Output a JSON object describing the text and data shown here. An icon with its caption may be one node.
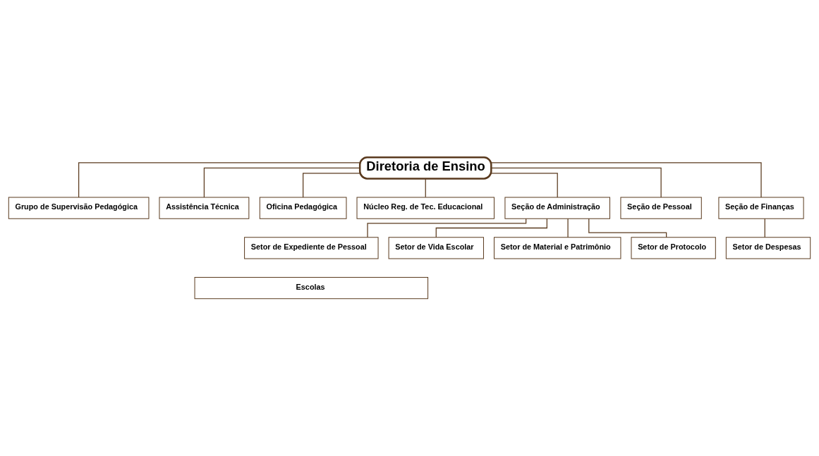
{
  "diagram": {
    "nodes": [
      {
        "text": [
          "Diretoria de Ensino"
        ]
      },
      {
        "text": [
          "Grupo de Supervisão Pedagógica"
        ]
      },
      {
        "text": [
          "Assistência Técnica"
        ]
      },
      {
        "text": [
          "Oficina Pedagógica"
        ]
      },
      {
        "text": [
          "Núcleo Reg. de Tec. Educacional"
        ]
      },
      {
        "text": [
          "Seção de Administração"
        ]
      },
      {
        "text": [
          "Seção de Pessoal"
        ]
      },
      {
        "text": [
          "Seção de Finanças"
        ]
      },
      {
        "text": [
          "Setor de Expediente de Pessoal"
        ]
      },
      {
        "text": [
          "Setor de Vida Escolar"
        ]
      },
      {
        "text": [
          "Setor de Material e Patrimônio"
        ]
      },
      {
        "text": [
          "Setor de Protocolo"
        ]
      },
      {
        "text": [
          "Setor de Despesas"
        ]
      },
      {
        "text": [
          "Escolas"
        ]
      }
    ],
    "edges": [
      {
        "from": 0,
        "to": 1,
        "arrow": "none"
      },
      {
        "from": 0,
        "to": 2,
        "arrow": "none"
      },
      {
        "from": 0,
        "to": 3,
        "arrow": "none"
      },
      {
        "from": 0,
        "to": 4,
        "arrow": "none"
      },
      {
        "from": 0,
        "to": 5,
        "arrow": "none"
      },
      {
        "from": 0,
        "to": 6,
        "arrow": "none"
      },
      {
        "from": 0,
        "to": 7,
        "arrow": "none"
      },
      {
        "from": 5,
        "to": 8,
        "arrow": "none"
      },
      {
        "from": 5,
        "to": 9,
        "arrow": "none"
      },
      {
        "from": 5,
        "to": 10,
        "arrow": "none"
      },
      {
        "from": 5,
        "to": 11,
        "arrow": "none"
      },
      {
        "from": 7,
        "to": 12,
        "arrow": "none"
      }
    ]
  }
}
